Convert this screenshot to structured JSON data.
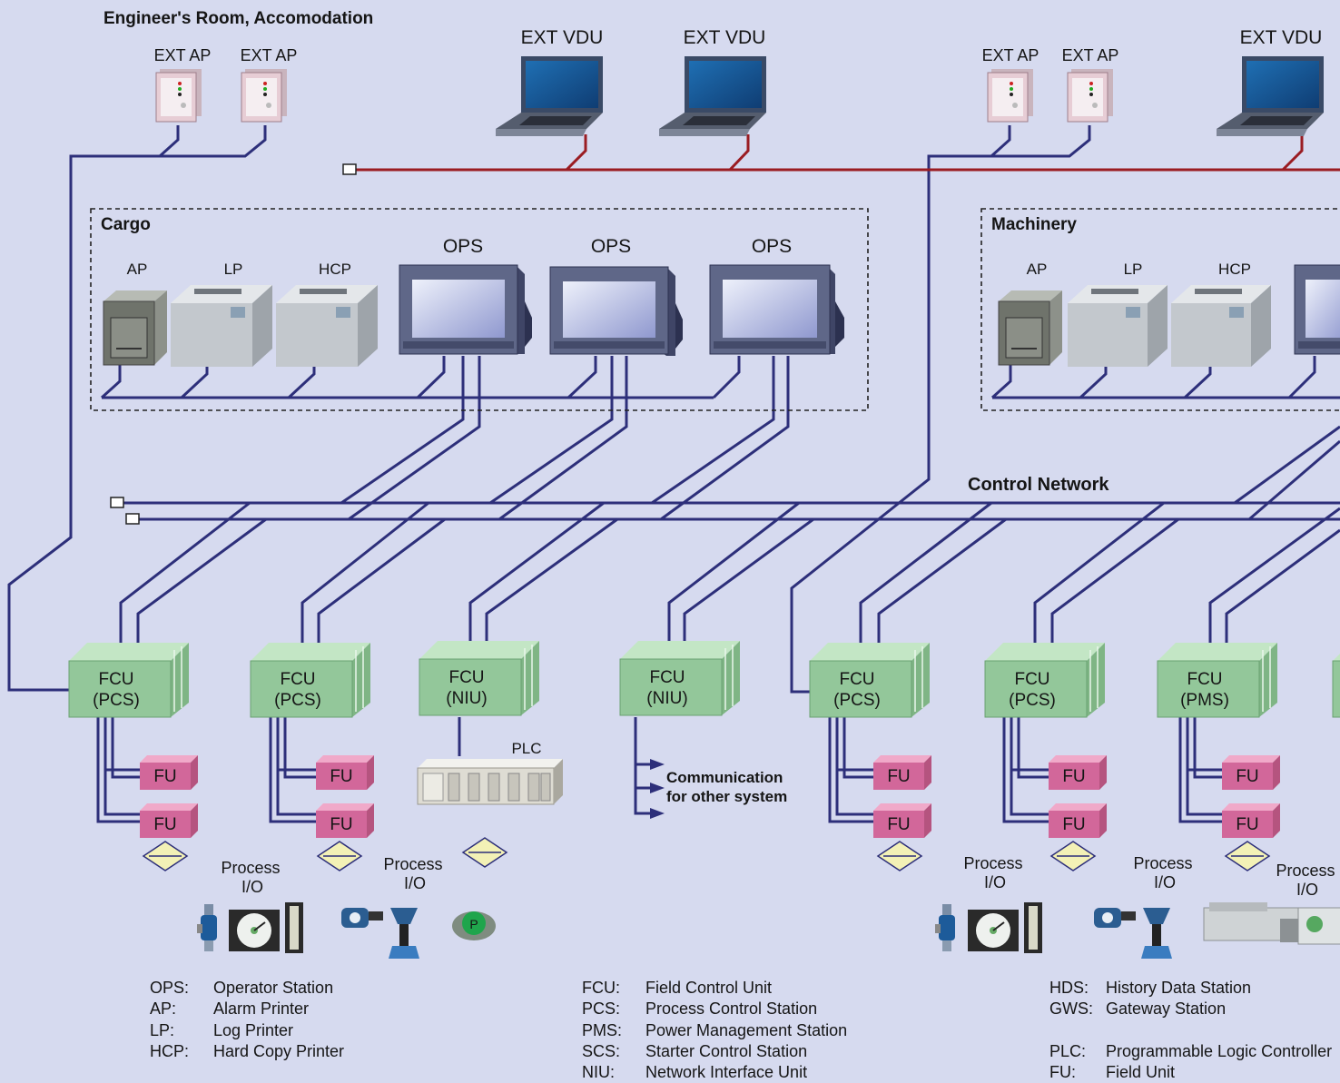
{
  "areas": {
    "engineer": "Engineer's Room, Accomodation",
    "cargo": "Cargo",
    "machinery": "Machinery",
    "control_network": "Control Network"
  },
  "device_labels": {
    "ext_ap": "EXT AP",
    "ext_vdu": "EXT VDU",
    "ap": "AP",
    "lp": "LP",
    "hcp": "HCP",
    "ops": "OPS",
    "fu": "FU",
    "plc": "PLC",
    "fcu": "FCU",
    "pcs": "(PCS)",
    "niu": "(NIU)",
    "pms": "(PMS)",
    "process": "Process",
    "io": "I/O",
    "p_symbol": "P"
  },
  "comm": {
    "line1": "Communication",
    "line2": "for other system"
  },
  "legend": [
    [
      {
        "abbr": "OPS:",
        "desc": "Operator Station"
      },
      {
        "abbr": "AP:",
        "desc": "Alarm Printer"
      },
      {
        "abbr": "LP:",
        "desc": "Log Printer"
      },
      {
        "abbr": "HCP:",
        "desc": "Hard Copy Printer"
      }
    ],
    [
      {
        "abbr": "FCU:",
        "desc": "Field Control Unit"
      },
      {
        "abbr": "PCS:",
        "desc": "Process Control Station"
      },
      {
        "abbr": "PMS:",
        "desc": "Power Management Station"
      },
      {
        "abbr": "SCS:",
        "desc": "Starter Control Station"
      },
      {
        "abbr": "NIU:",
        "desc": "Network Interface Unit"
      }
    ],
    [
      {
        "abbr": "HDS:",
        "desc": "History Data Station"
      },
      {
        "abbr": "GWS:",
        "desc": "Gateway Station"
      },
      {
        "abbr": "",
        "desc": ""
      },
      {
        "abbr": "PLC:",
        "desc": "Programmable Logic Controller"
      },
      {
        "abbr": "FU:",
        "desc": "Field Unit"
      }
    ]
  ],
  "colors": {
    "background": "#d6daef",
    "network_line": "#2d2f7a",
    "vdu_line": "#9a1c22",
    "fcu_fill": "#93c79a",
    "fu_fill": "#d2679a",
    "io_arrow": "#f3f1b6"
  }
}
